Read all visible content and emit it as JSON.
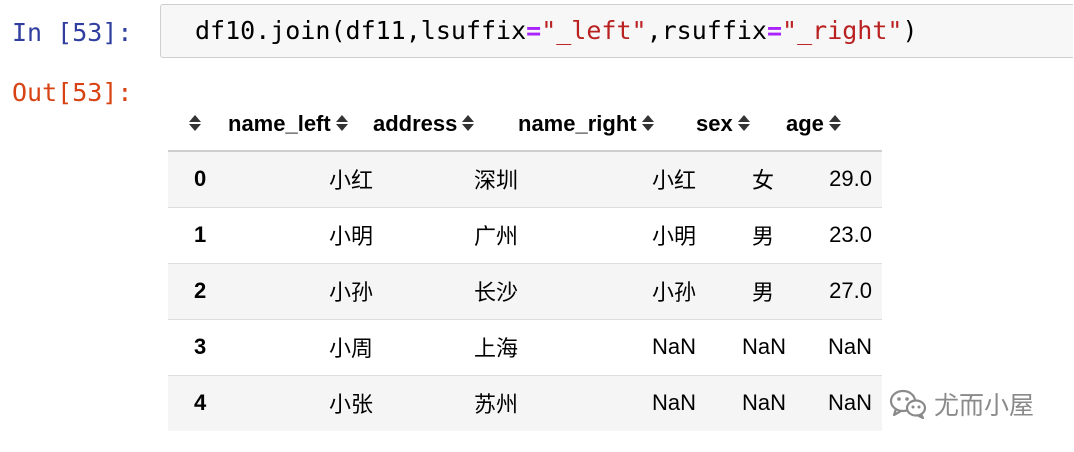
{
  "cell": {
    "in_prompt": "In [53]:",
    "out_prompt": "Out[53]:",
    "code": {
      "part1": "df10.join(df11,lsuffix",
      "eq1": "=",
      "str1": "\"_left\"",
      "part2": ",rsuffix",
      "eq2": "=",
      "str2": "\"_right\"",
      "part3": ")"
    }
  },
  "table": {
    "columns": [
      "name_left",
      "address",
      "name_right",
      "sex",
      "age"
    ],
    "rows": [
      {
        "index": "0",
        "cells": [
          "小红",
          "深圳",
          "小红",
          "女",
          "29.0"
        ]
      },
      {
        "index": "1",
        "cells": [
          "小明",
          "广州",
          "小明",
          "男",
          "23.0"
        ]
      },
      {
        "index": "2",
        "cells": [
          "小孙",
          "长沙",
          "小孙",
          "男",
          "27.0"
        ]
      },
      {
        "index": "3",
        "cells": [
          "小周",
          "上海",
          "NaN",
          "NaN",
          "NaN"
        ]
      },
      {
        "index": "4",
        "cells": [
          "小张",
          "苏州",
          "NaN",
          "NaN",
          "NaN"
        ]
      }
    ]
  },
  "watermark": {
    "text": "尤而小屋",
    "icon": "wechat-icon"
  },
  "colors": {
    "in_prompt": "#303f9f",
    "out_prompt": "#d84315",
    "operator": "#aa22ff",
    "string": "#ba2121",
    "cell_background": "#f7f7f7",
    "stripe": "#f5f5f5"
  }
}
